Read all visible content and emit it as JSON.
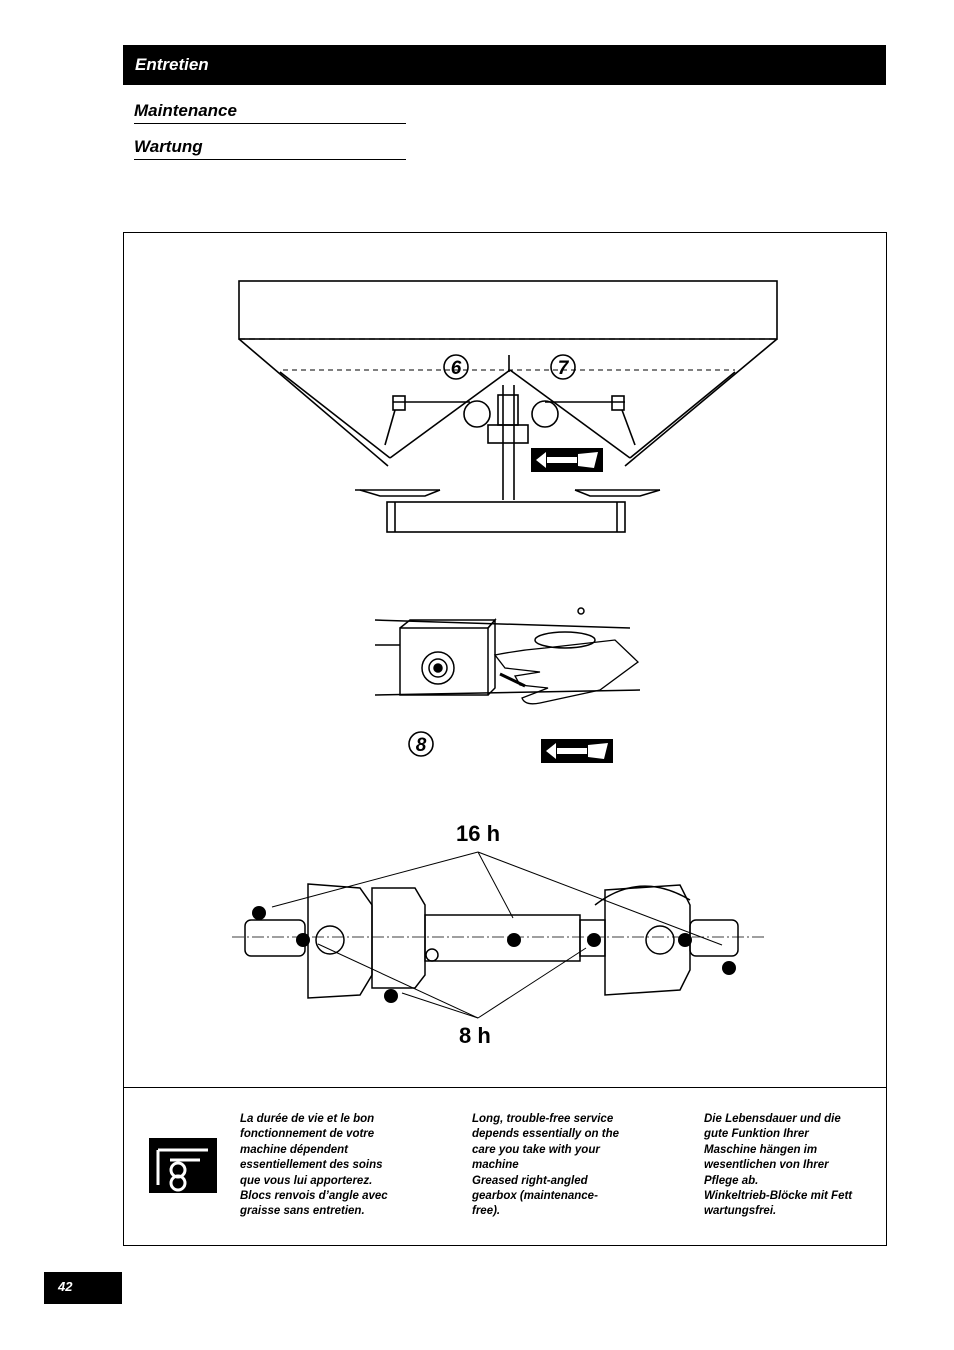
{
  "header": {
    "title": "Entretien"
  },
  "subtitles": {
    "maintenance": "Maintenance",
    "wartung": "Wartung"
  },
  "figure": {
    "callout_6": "6",
    "callout_7": "7",
    "callout_8": "8",
    "label_16h": "16 h",
    "label_8h": "8 h"
  },
  "notes": {
    "french": "La durée de vie et le bon\nfonctionnement de votre\nmachine  dépendent\nessentiellement des soins\nque vous lui apporterez.\nBlocs renvois d’angle avec\ngraisse sans entretien.",
    "english": "Long, trouble-free service\ndepends essentially on the\ncare you take with your\nmachine\nGreased right-angled\ngearbox (maintenance-\nfree).",
    "german": "Die Lebensdauer und die\ngute Funktion Ihrer\nMaschine hängen im\nwesentlichen von Ihrer\nPflege ab.\nWinkeltrieb-Blöcke mit Fett\nwartungsfrei."
  },
  "footer": {
    "page_number": "42"
  }
}
